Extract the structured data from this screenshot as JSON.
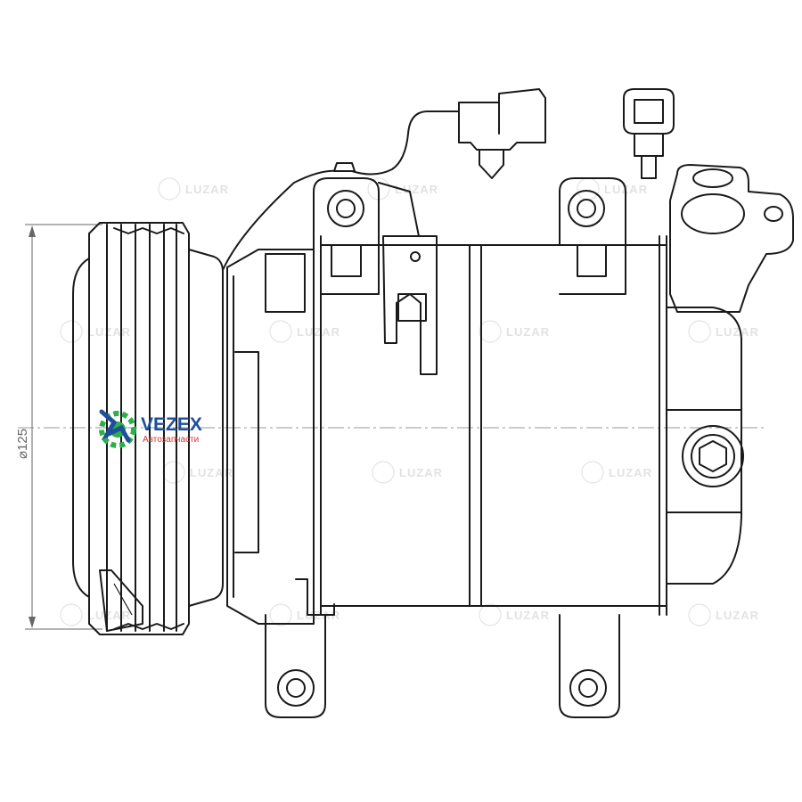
{
  "dimension": {
    "label": "⌀125"
  },
  "watermark": {
    "brand": "LUZAR"
  },
  "logo": {
    "name": "VEZEX",
    "subtitle": "Автозапчасти",
    "primary_color": "#1f4f9c",
    "secondary_color": "#2bb04a",
    "accent_color": "#e0312b"
  }
}
